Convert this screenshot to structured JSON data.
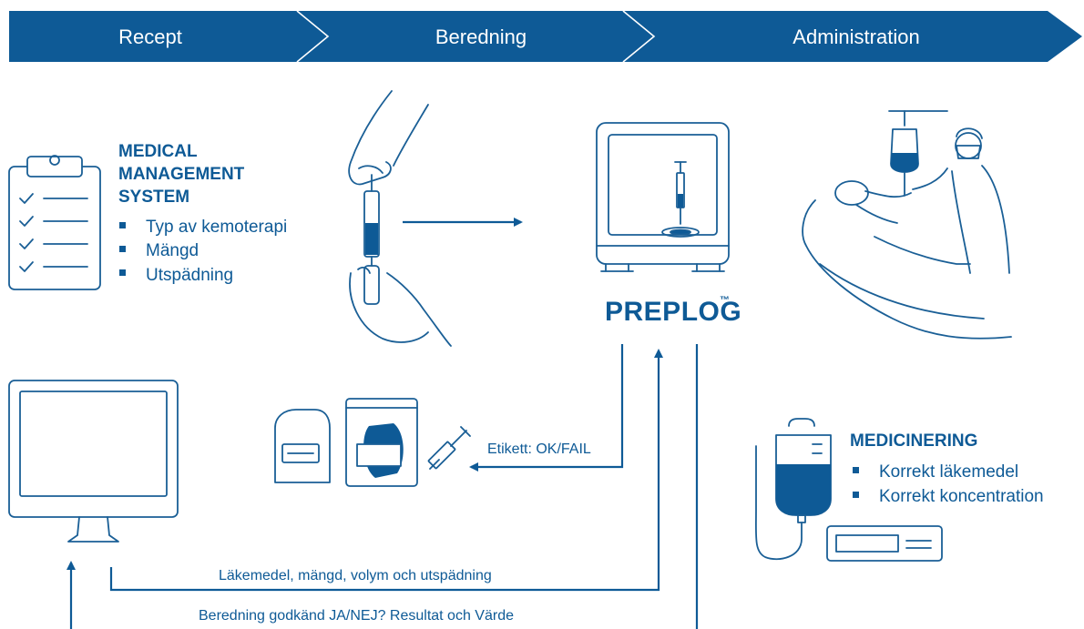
{
  "steps": [
    "Recept",
    "Beredning",
    "Administration"
  ],
  "mms": {
    "title_lines": [
      "MEDICAL",
      "MANAGEMENT",
      "SYSTEM"
    ],
    "bullets": [
      "Typ av kemoterapi",
      "Mängd",
      "Utspädning"
    ]
  },
  "brand": {
    "name": "PrepLog",
    "display": "PREPLOG",
    "tm": "™"
  },
  "medicinering": {
    "title": "MEDICINERING",
    "bullets": [
      "Korrekt läkemedel",
      "Korrekt koncentration"
    ]
  },
  "flows": {
    "label_result": "Etikett: OK/FAIL",
    "to_preplog": "Läkemedel, mängd, volym och utspädning",
    "from_preplog": "Beredning godkänd JA/NEJ? Resultat och Värde"
  },
  "icons": [
    "clipboard-icon",
    "hands-syringe-icon",
    "preplog-device-icon",
    "patient-nurse-icon",
    "monitor-icon",
    "label-printer-icon",
    "drug-bag-icon",
    "syringe-icon",
    "iv-bag-pump-icon"
  ],
  "colors": {
    "primary": "#0e5a96",
    "outline": "#1a5f96",
    "background": "#ffffff"
  }
}
